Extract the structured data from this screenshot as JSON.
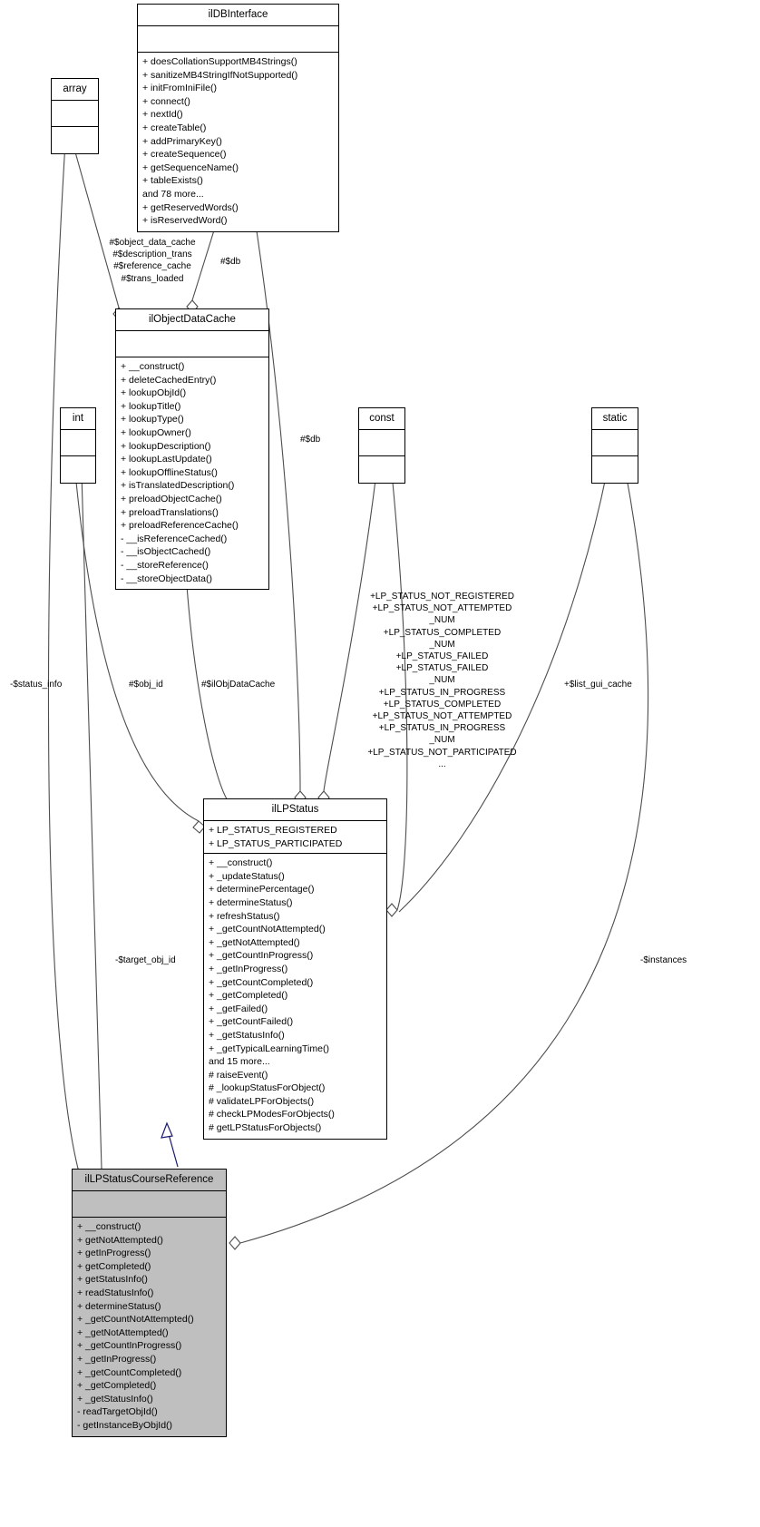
{
  "diagram": {
    "type": "uml-collaboration-diagram",
    "title": "ilLPStatusCourseReference collaboration diagram"
  },
  "nodes": {
    "ildbinterface": {
      "name": "ilDBInterface",
      "attributes": [],
      "operations": [
        "+ doesCollationSupportMB4Strings()",
        "+ sanitizeMB4StringIfNotSupported()",
        "+ initFromIniFile()",
        "+ connect()",
        "+ nextId()",
        "+ createTable()",
        "+ addPrimaryKey()",
        "+ createSequence()",
        "+ getSequenceName()",
        "+ tableExists()",
        "and 78 more...",
        "+ getReservedWords()",
        "+ isReservedWord()"
      ]
    },
    "array": {
      "name": "array",
      "attributes": [],
      "operations": []
    },
    "int": {
      "name": "int",
      "attributes": [],
      "operations": []
    },
    "const": {
      "name": "const",
      "attributes": [],
      "operations": []
    },
    "static": {
      "name": "static",
      "attributes": [],
      "operations": []
    },
    "ilobjectdatacache": {
      "name": "ilObjectDataCache",
      "attributes": [],
      "operations": [
        "+ __construct()",
        "+ deleteCachedEntry()",
        "+ lookupObjId()",
        "+ lookupTitle()",
        "+ lookupType()",
        "+ lookupOwner()",
        "+ lookupDescription()",
        "+ lookupLastUpdate()",
        "+ lookupOfflineStatus()",
        "+ isTranslatedDescription()",
        "+ preloadObjectCache()",
        "+ preloadTranslations()",
        "+ preloadReferenceCache()",
        "- __isReferenceCached()",
        "- __isObjectCached()",
        "- __storeReference()",
        "- __storeObjectData()"
      ]
    },
    "illpstatus": {
      "name": "ilLPStatus",
      "attributes": [
        "+ LP_STATUS_REGISTERED",
        "+ LP_STATUS_PARTICIPATED"
      ],
      "operations": [
        "+ __construct()",
        "+ _updateStatus()",
        "+ determinePercentage()",
        "+ determineStatus()",
        "+ refreshStatus()",
        "+ _getCountNotAttempted()",
        "+ _getNotAttempted()",
        "+ _getCountInProgress()",
        "+ _getInProgress()",
        "+ _getCountCompleted()",
        "+ _getCompleted()",
        "+ _getFailed()",
        "+ _getCountFailed()",
        "+ _getStatusInfo()",
        "+ _getTypicalLearningTime()",
        "and 15 more...",
        "# raiseEvent()",
        "# _lookupStatusForObject()",
        "# validateLPForObjects()",
        "# checkLPModesForObjects()",
        "# getLPStatusForObjects()"
      ]
    },
    "illpstatuscoursereference": {
      "name": "ilLPStatusCourseReference",
      "attributes": [],
      "operations": [
        "+ __construct()",
        "+ getNotAttempted()",
        "+ getInProgress()",
        "+ getCompleted()",
        "+ getStatusInfo()",
        "+ readStatusInfo()",
        "+ determineStatus()",
        "+ _getCountNotAttempted()",
        "+ _getNotAttempted()",
        "+ _getCountInProgress()",
        "+ _getInProgress()",
        "+ _getCountCompleted()",
        "+ _getCompleted()",
        "+ _getStatusInfo()",
        "- readTargetObjId()",
        "- getInstanceByObjId()"
      ]
    }
  },
  "edge_labels": {
    "object_data_cache": "#$object_data_cache\n#$description_trans\n#$reference_cache\n#$trans_loaded",
    "db_top": "#$db",
    "db_mid": "#$db",
    "status_info": "-$status_info",
    "obj_id": "#$obj_id",
    "il_obj_data_cache": "#$ilObjDataCache",
    "list_gui_cache": "+$list_gui_cache",
    "target_obj_id": "-$target_obj_id",
    "instances": "-$instances",
    "const_members": "+LP_STATUS_NOT_REGISTERED\n+LP_STATUS_NOT_ATTEMPTED\n_NUM\n+LP_STATUS_COMPLETED\n_NUM\n+LP_STATUS_FAILED\n+LP_STATUS_FAILED\n_NUM\n+LP_STATUS_IN_PROGRESS\n+LP_STATUS_COMPLETED\n+LP_STATUS_NOT_ATTEMPTED\n+LP_STATUS_IN_PROGRESS\n_NUM\n+LP_STATUS_NOT_PARTICIPATED\n..."
  },
  "colors": {
    "node_border": "#000000",
    "node_fill": "#ffffff",
    "node_fill_highlight": "#bfbfbf",
    "edge": "#4d4d4d",
    "inheritance_edge": "#191970"
  }
}
